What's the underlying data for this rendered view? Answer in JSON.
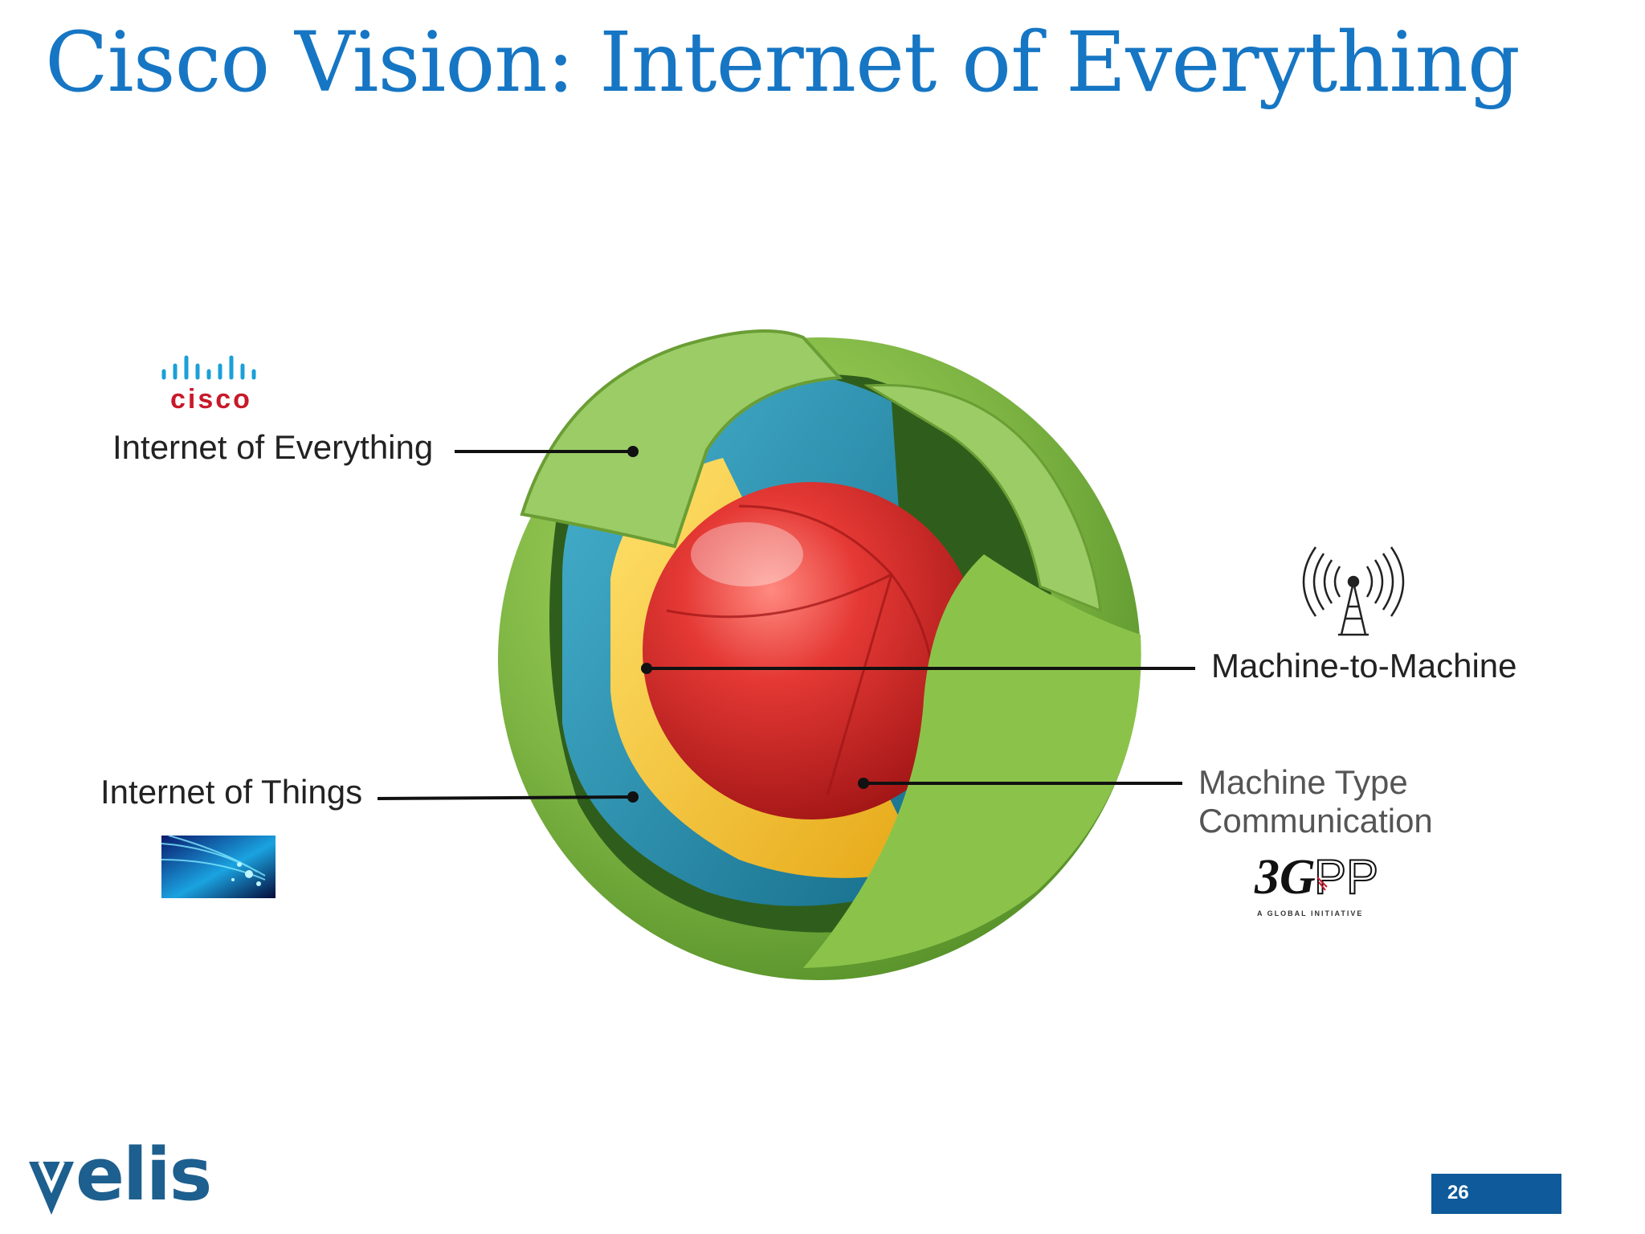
{
  "slide": {
    "title": "Cisco Vision: Internet of Everything",
    "page_number": "26"
  },
  "labels": {
    "internet_of_everything": "Internet of Everything",
    "internet_of_things": "Internet of Things",
    "machine_to_machine": "Machine-to-Machine",
    "machine_type_line1": "Machine Type",
    "machine_type_line2": "Communication"
  },
  "logos": {
    "cisco": "cisco",
    "threegpp": "3GPP",
    "threegpp_tagline": "A GLOBAL INITIATIVE",
    "elis": "elis"
  },
  "colors": {
    "title": "#1676c4",
    "outer_layer": "#7cb342",
    "second_layer": "#1f8fb0",
    "third_layer": "#f4c430",
    "core": "#d62828",
    "cisco_red": "#c8192a",
    "elis_blue": "#1d5f8e",
    "badge_blue": "#0e5a9a"
  },
  "icons": [
    "cisco-bars-icon",
    "radio-tower-icon",
    "fiber-optic-image",
    "elis-shield-icon"
  ]
}
